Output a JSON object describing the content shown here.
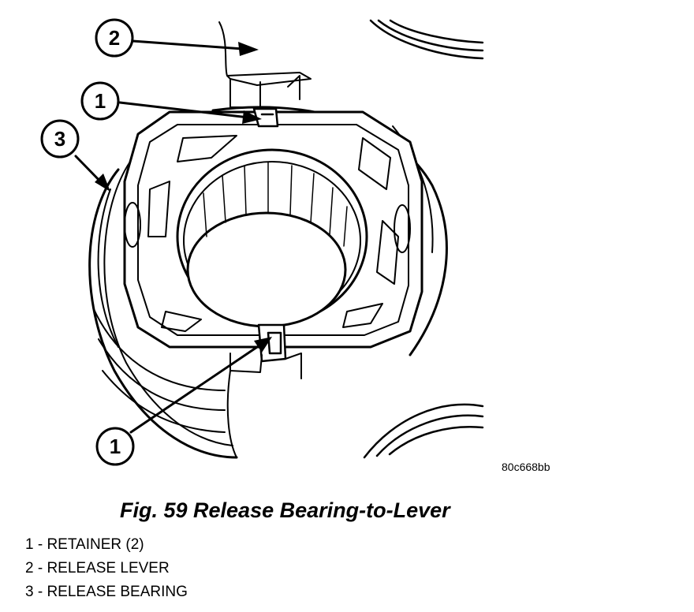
{
  "figure": {
    "code": "80c668bb",
    "caption": "Fig. 59 Release Bearing-to-Lever"
  },
  "callouts": [
    {
      "id": "callout-2",
      "number": "2"
    },
    {
      "id": "callout-1-top",
      "number": "1"
    },
    {
      "id": "callout-3",
      "number": "3"
    },
    {
      "id": "callout-1-bottom",
      "number": "1"
    }
  ],
  "legend": [
    "1 - RETAINER (2)",
    "2 - RELEASE LEVER",
    "3 - RELEASE BEARING"
  ]
}
